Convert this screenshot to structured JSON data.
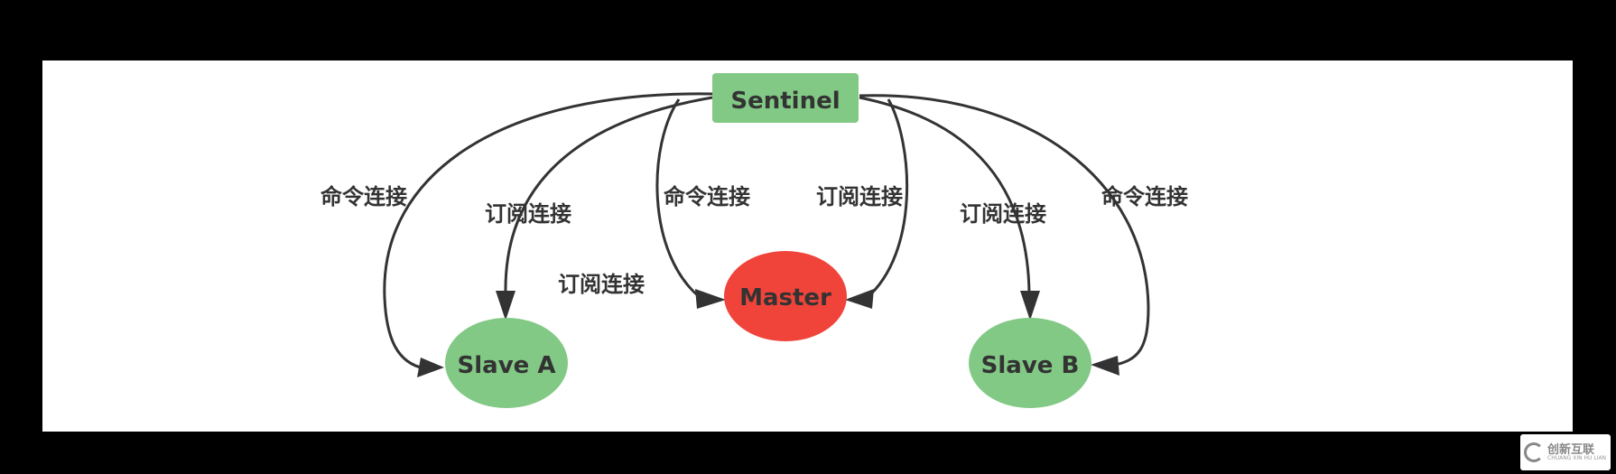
{
  "nodes": {
    "sentinel": {
      "label": "Sentinel",
      "color": "#82c985"
    },
    "master": {
      "label": "Master",
      "color": "#f0443a"
    },
    "slave_a": {
      "label": "Slave A",
      "color": "#82c985"
    },
    "slave_b": {
      "label": "Slave B",
      "color": "#82c985"
    }
  },
  "edge_labels": {
    "cmd_slave_a": "命令连接",
    "sub_slave_a": "订阅连接",
    "sub_master_inner": "订阅连接",
    "cmd_master": "命令连接",
    "sub_master": "订阅连接",
    "sub_slave_b": "订阅连接",
    "cmd_slave_b": "命令连接"
  },
  "colors": {
    "background": "#000000",
    "canvas": "#ffffff",
    "edge": "#333333"
  },
  "watermark": {
    "text": "创新互联",
    "sub": "CHUANG XIN HU LIAN"
  }
}
